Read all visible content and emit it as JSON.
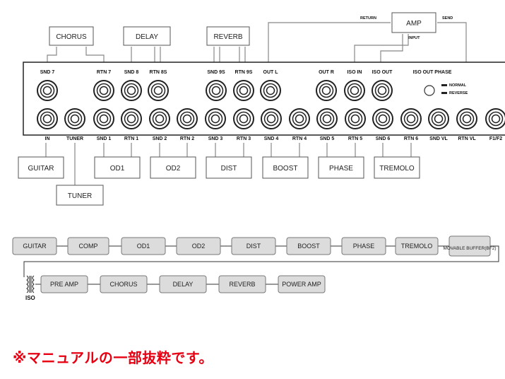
{
  "top_boxes": {
    "chorus": "CHORUS",
    "delay": "DELAY",
    "reverb": "REVERB",
    "amp": "AMP"
  },
  "amp_labels": {
    "return": "RETURN",
    "send": "SEND",
    "input": "INPUT"
  },
  "jack_labels_top": [
    "SND 7",
    "RTN 7",
    "SND 8",
    "RTN 8S",
    "SND 9S",
    "RTN 9S",
    "OUT L",
    "OUT R",
    "ISO IN",
    "ISO OUT",
    "ISO OUT PHASE"
  ],
  "phase_switch": {
    "normal": "NORMAL",
    "reverse": "REVERSE"
  },
  "jack_labels_bottom": [
    "IN",
    "TUNER",
    "SND 1",
    "RTN 1",
    "SND 2",
    "RTN 2",
    "SND 3",
    "RTN 3",
    "SND 4",
    "RTN 4",
    "SND 5",
    "RTN 5",
    "SND 6",
    "RTN 6",
    "SND VL",
    "RTN VL",
    "F1/F2"
  ],
  "bottom_boxes": {
    "guitar": "GUITAR",
    "tuner": "TUNER",
    "od1": "OD1",
    "od2": "OD2",
    "dist": "DIST",
    "boost": "BOOST",
    "phase": "PHASE",
    "tremolo": "TREMOLO"
  },
  "chain_row1": [
    "GUITAR",
    "COMP",
    "OD1",
    "OD2",
    "DIST",
    "BOOST",
    "PHASE",
    "TREMOLO",
    "MOVABLE BUFFER(BF2)"
  ],
  "chain_row2": [
    "PRE AMP",
    "CHORUS",
    "DELAY",
    "REVERB",
    "POWER AMP"
  ],
  "iso_label": "ISO",
  "footer_note": "※マニュアルの一部抜粋です。",
  "colors": {
    "chain_fill": "#dcdcdc",
    "note": "#e60012",
    "wire": "#888888"
  }
}
